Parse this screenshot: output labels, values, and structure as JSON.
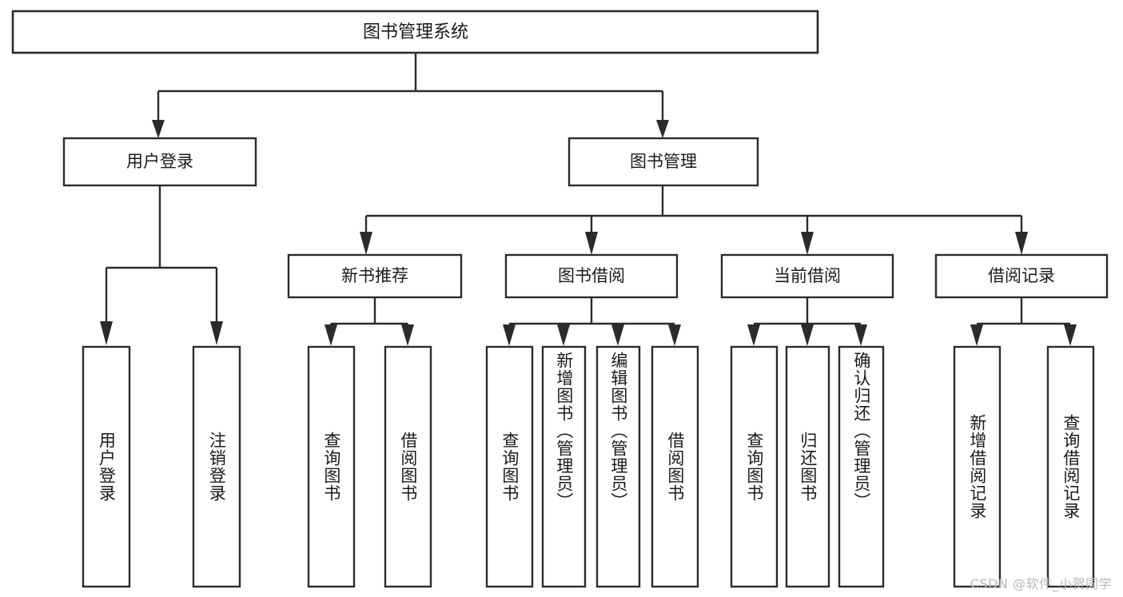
{
  "diagram": {
    "type": "tree",
    "title": "图书管理系统",
    "root": {
      "id": "root",
      "label": "图书管理系统",
      "orientation": "horizontal"
    },
    "level1": [
      {
        "id": "user-login",
        "label": "用户登录",
        "orientation": "horizontal"
      },
      {
        "id": "book-management",
        "label": "图书管理",
        "orientation": "horizontal"
      }
    ],
    "level2": [
      {
        "id": "new-book-recommend",
        "label": "新书推荐",
        "orientation": "horizontal",
        "parent": "book-management"
      },
      {
        "id": "book-borrow",
        "label": "图书借阅",
        "orientation": "horizontal",
        "parent": "book-management"
      },
      {
        "id": "current-borrow",
        "label": "当前借阅",
        "orientation": "horizontal",
        "parent": "book-management"
      },
      {
        "id": "borrow-record",
        "label": "借阅记录",
        "orientation": "horizontal",
        "parent": "book-management"
      }
    ],
    "leaves": [
      {
        "id": "leaf-user-login",
        "label": "用户登录",
        "parent": "user-login",
        "orientation": "vertical"
      },
      {
        "id": "leaf-logout-login",
        "label": "注销登录",
        "parent": "user-login",
        "orientation": "vertical"
      },
      {
        "id": "leaf-query-book-1",
        "label": "查询图书",
        "parent": "new-book-recommend",
        "orientation": "vertical"
      },
      {
        "id": "leaf-borrow-book-1",
        "label": "借阅图书",
        "parent": "new-book-recommend",
        "orientation": "vertical"
      },
      {
        "id": "leaf-query-book-2",
        "label": "查询图书",
        "parent": "book-borrow",
        "orientation": "vertical"
      },
      {
        "id": "leaf-add-book",
        "label": "新增图书（管理员）",
        "parent": "book-borrow",
        "orientation": "vertical"
      },
      {
        "id": "leaf-edit-book",
        "label": "编辑图书（管理员）",
        "parent": "book-borrow",
        "orientation": "vertical"
      },
      {
        "id": "leaf-borrow-book-2",
        "label": "借阅图书",
        "parent": "book-borrow",
        "orientation": "vertical"
      },
      {
        "id": "leaf-query-book-3",
        "label": "查询图书",
        "parent": "current-borrow",
        "orientation": "vertical"
      },
      {
        "id": "leaf-return-book",
        "label": "归还图书",
        "parent": "current-borrow",
        "orientation": "vertical"
      },
      {
        "id": "leaf-confirm-return",
        "label": "确认归还（管理员）",
        "parent": "current-borrow",
        "orientation": "vertical"
      },
      {
        "id": "leaf-add-record",
        "label": "新增借阅记录",
        "parent": "borrow-record",
        "orientation": "vertical"
      },
      {
        "id": "leaf-query-record",
        "label": "查询借阅记录",
        "parent": "borrow-record",
        "orientation": "vertical"
      }
    ]
  },
  "watermark": {
    "text": "CSDN @软件_小贺同学"
  },
  "colors": {
    "box_stroke": "#2b2b2b",
    "box_fill": "#ffffff",
    "text": "#1a1a1a",
    "watermark": "#b9b9b9",
    "background": "#ffffff"
  }
}
